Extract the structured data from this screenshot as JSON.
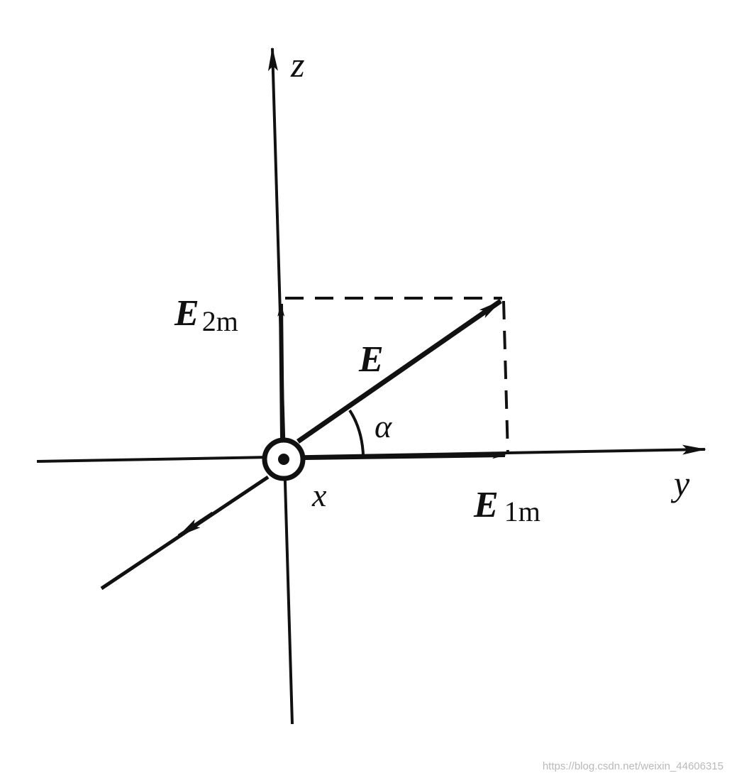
{
  "labels": {
    "z_axis": "z",
    "y_axis": "y",
    "x_axis": "x",
    "vector_E": "E",
    "angle": "α",
    "E2m_main": "E",
    "E2m_sub": "2m",
    "E1m_main": "E",
    "E1m_sub": "1m"
  },
  "watermark": "https://blog.csdn.net/weixin_44606315",
  "colors": {
    "ink": "#111111",
    "watermark": "#b9b9b9"
  }
}
